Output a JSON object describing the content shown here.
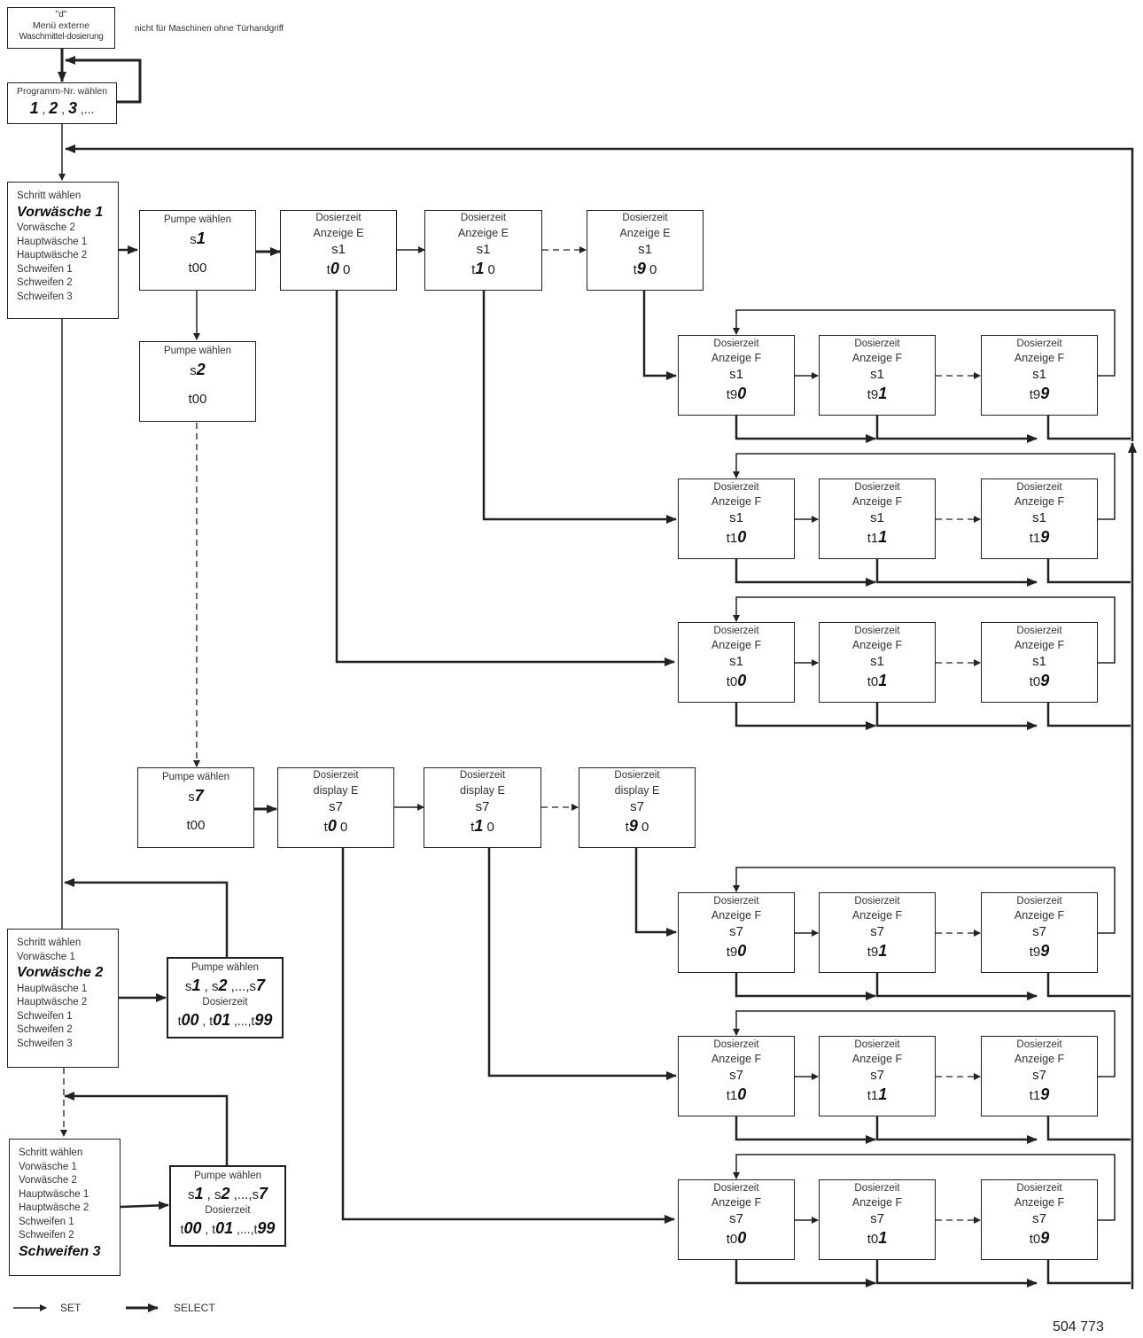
{
  "header": {
    "menu_box": {
      "key": "\"d\"",
      "line1": "Menü externe",
      "line2": "Waschmittel-dosierung"
    },
    "note": "nicht für Maschinen ohne Türhandgriff"
  },
  "program_box": {
    "label": "Programm-Nr. wählen",
    "values": [
      {
        "v": "1",
        "sep": " , "
      },
      {
        "v": "2",
        "sep": " , "
      },
      {
        "v": "3",
        "sep": " ,..."
      }
    ]
  },
  "step_box_1": {
    "title": "Schritt wählen",
    "items": [
      {
        "label": "Vorwäsche 1",
        "selected": true
      },
      {
        "label": "Vorwäsche 2",
        "selected": false
      },
      {
        "label": "Hauptwäsche 1",
        "selected": false
      },
      {
        "label": "Hauptwäsche 2",
        "selected": false
      },
      {
        "label": "Schweifen 1",
        "selected": false
      },
      {
        "label": "Schweifen 2",
        "selected": false
      },
      {
        "label": "Schweifen 3",
        "selected": false
      }
    ]
  },
  "step_box_2": {
    "title": "Schritt wählen",
    "items": [
      {
        "label": "Vorwäsche 1",
        "selected": false
      },
      {
        "label": "Vorwäsche 2",
        "selected": true
      },
      {
        "label": "Hauptwäsche 1",
        "selected": false
      },
      {
        "label": "Hauptwäsche 2",
        "selected": false
      },
      {
        "label": "Schweifen 1",
        "selected": false
      },
      {
        "label": "Schweifen 2",
        "selected": false
      },
      {
        "label": "Schweifen 3",
        "selected": false
      }
    ]
  },
  "step_box_3": {
    "title": "Schritt wählen",
    "items": [
      {
        "label": "Vorwäsche 1",
        "selected": false
      },
      {
        "label": "Vorwäsche 2",
        "selected": false
      },
      {
        "label": "Hauptwäsche 1",
        "selected": false
      },
      {
        "label": "Hauptwäsche 2",
        "selected": false
      },
      {
        "label": "Schweifen 1",
        "selected": false
      },
      {
        "label": "Schweifen 2",
        "selected": false
      },
      {
        "label": "Schweifen 3",
        "selected": true
      }
    ]
  },
  "pump_boxes": [
    {
      "label": "Pumpe wählen",
      "s_prefix": "s",
      "s_bold": "1",
      "t": "t00"
    },
    {
      "label": "Pumpe wählen",
      "s_prefix": "s",
      "s_bold": "2",
      "t": "t00"
    },
    {
      "label": "Pumpe wählen",
      "s_prefix": "s",
      "s_bold": "7",
      "t": "t00"
    }
  ],
  "e_boxes": [
    {
      "l1": "Dosierzeit",
      "l2": "Anzeige  E",
      "s": "s1",
      "t_pre": "t",
      "t_bold": "0",
      "t_post": " 0"
    },
    {
      "l1": "Dosierzeit",
      "l2": "Anzeige E",
      "s": "s1",
      "t_pre": "t",
      "t_bold": "1",
      "t_post": " 0"
    },
    {
      "l1": "Dosierzeit",
      "l2": "Anzeige E",
      "s": "s1",
      "t_pre": "t",
      "t_bold": "9",
      "t_post": " 0"
    },
    {
      "l1": "Dosierzeit",
      "l2": "display E",
      "s": "s7",
      "t_pre": "t",
      "t_bold": "0",
      "t_post": " 0"
    },
    {
      "l1": "Dosierzeit",
      "l2": "display E",
      "s": "s7",
      "t_pre": "t",
      "t_bold": "1",
      "t_post": " 0"
    },
    {
      "l1": "Dosierzeit",
      "l2": "display E",
      "s": "s7",
      "t_pre": "t",
      "t_bold": "9",
      "t_post": " 0"
    }
  ],
  "f_rows": [
    {
      "s": "s1",
      "cells": [
        {
          "l1": "Dosierzeit",
          "l2": "Anzeige F",
          "t_pre": "t9",
          "t_bold": "0"
        },
        {
          "l1": "Dosierzeit",
          "l2": "Anzeige F",
          "t_pre": "t9",
          "t_bold": "1"
        },
        {
          "l1": "Dosierzeit",
          "l2": "Anzeige F",
          "t_pre": "t9",
          "t_bold": "9"
        }
      ]
    },
    {
      "s": "s1",
      "cells": [
        {
          "l1": "Dosierzeit",
          "l2": "Anzeige F",
          "t_pre": "t1",
          "t_bold": "0"
        },
        {
          "l1": "Dosierzeit",
          "l2": "Anzeige F",
          "t_pre": "t1",
          "t_bold": "1"
        },
        {
          "l1": "Dosierzeit",
          "l2": "Anzeige F",
          "t_pre": "t1",
          "t_bold": "9"
        }
      ]
    },
    {
      "s": "s1",
      "cells": [
        {
          "l1": "Dosierzeit",
          "l2": "Anzeige F",
          "t_pre": "t0",
          "t_bold": "0"
        },
        {
          "l1": "Dosierzeit",
          "l2": "Anzeige F",
          "t_pre": "t0",
          "t_bold": "1"
        },
        {
          "l1": "Dosierzeit",
          "l2": "Anzeige F",
          "t_pre": "t0",
          "t_bold": "9"
        }
      ]
    },
    {
      "s": "s7",
      "cells": [
        {
          "l1": "Dosierzeit",
          "l2": "Anzeige F",
          "t_pre": "t9",
          "t_bold": "0"
        },
        {
          "l1": "Dosierzeit",
          "l2": "Anzeige F",
          "t_pre": "t9",
          "t_bold": "1"
        },
        {
          "l1": "Dosierzeit",
          "l2": "Anzeige F",
          "t_pre": "t9",
          "t_bold": "9"
        }
      ]
    },
    {
      "s": "s7",
      "cells": [
        {
          "l1": "Dosierzeit",
          "l2": "Anzeige F",
          "t_pre": "t1",
          "t_bold": "0"
        },
        {
          "l1": "Dosierzeit",
          "l2": "Anzeige F",
          "t_pre": "t1",
          "t_bold": "1"
        },
        {
          "l1": "Dosierzeit",
          "l2": "Anzeige F",
          "t_pre": "t1",
          "t_bold": "9"
        }
      ]
    },
    {
      "s": "s7",
      "cells": [
        {
          "l1": "Dosierzeit",
          "l2": "Anzeige F",
          "t_pre": "t0",
          "t_bold": "0"
        },
        {
          "l1": "Dosierzeit",
          "l2": "Anzeige F",
          "t_pre": "t0",
          "t_bold": "1"
        },
        {
          "l1": "Dosierzeit",
          "l2": "Anzeige F",
          "t_pre": "t0",
          "t_bold": "9"
        }
      ]
    }
  ],
  "summary_boxes": [
    {
      "l1": "Pumpe wählen",
      "s": [
        {
          "pre": "s",
          "b": "1",
          "sep": " , "
        },
        {
          "pre": "s",
          "b": "2",
          "sep": " ,...,"
        },
        {
          "pre": "s",
          "b": "7",
          "sep": ""
        }
      ],
      "l2": "Dosierzeit",
      "t": [
        {
          "pre": "t",
          "b": "00",
          "sep": " , "
        },
        {
          "pre": "t",
          "b": "01",
          "sep": " ,...,"
        },
        {
          "pre": "t",
          "b": "99",
          "sep": ""
        }
      ]
    },
    {
      "l1": "Pumpe wählen",
      "s": [
        {
          "pre": "s",
          "b": "1",
          "sep": " , "
        },
        {
          "pre": "s",
          "b": "2",
          "sep": " ,...,"
        },
        {
          "pre": "s",
          "b": "7",
          "sep": ""
        }
      ],
      "l2": "Dosierzeit",
      "t": [
        {
          "pre": "t",
          "b": "00",
          "sep": " , "
        },
        {
          "pre": "t",
          "b": "01",
          "sep": " ,...,"
        },
        {
          "pre": "t",
          "b": "99",
          "sep": ""
        }
      ]
    }
  ],
  "legend": {
    "set": "SET",
    "select": "SELECT"
  },
  "doc_number": "504 773"
}
